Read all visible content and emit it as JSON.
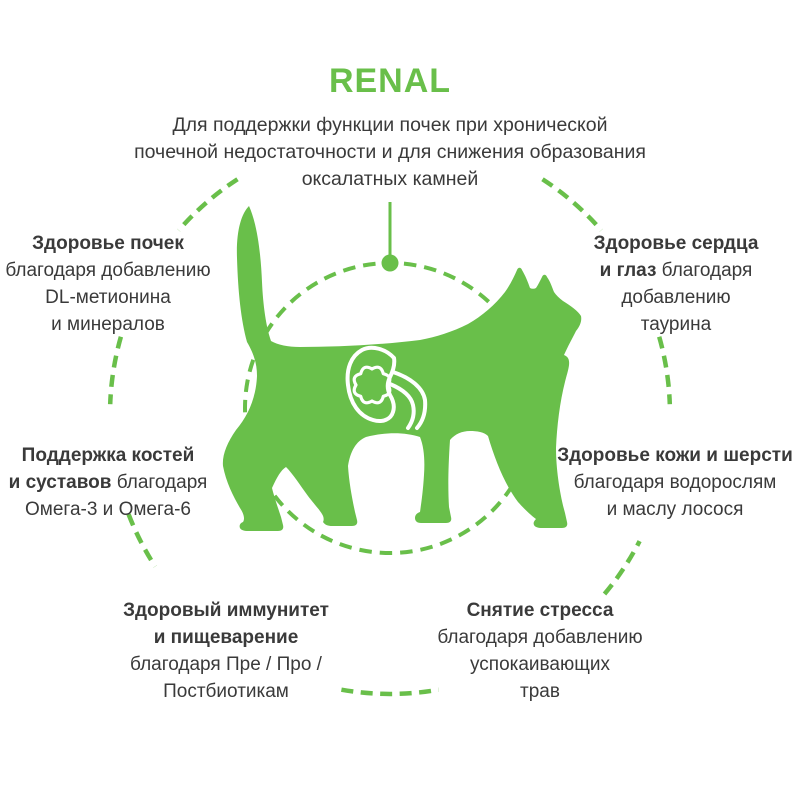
{
  "colors": {
    "accent_green": "#69bf4a",
    "text": "#3a3a3a",
    "icon_stroke": "#ffffff"
  },
  "header": {
    "title": "RENAL",
    "subtitle_lines": [
      "Для поддержки функции почек при хронической",
      "почечной недостаточности и для снижения образования",
      "оксалатных камней"
    ]
  },
  "figure": {
    "center_icon": "cat-silhouette",
    "organ_icon": "kidney-icon",
    "decor": [
      "outer-dashed-circle",
      "inner-dashed-circle",
      "connector-line",
      "connector-dot"
    ]
  },
  "benefits": [
    {
      "id": "kidney-health",
      "lines": [
        {
          "b": "Здоровье почек",
          "r": ""
        },
        {
          "b": "",
          "r": "благодаря добавлению"
        },
        {
          "b": "",
          "r": "DL-метионина"
        },
        {
          "b": "",
          "r": "и минералов"
        }
      ]
    },
    {
      "id": "heart-eyes",
      "lines": [
        {
          "b": "Здоровье сердца",
          "r": ""
        },
        {
          "b": "и глаз ",
          "r": "благодаря"
        },
        {
          "b": "",
          "r": "добавлению"
        },
        {
          "b": "",
          "r": "таурина"
        }
      ]
    },
    {
      "id": "bones-joints",
      "lines": [
        {
          "b": "Поддержка костей",
          "r": ""
        },
        {
          "b": "и суставов ",
          "r": "благодаря"
        },
        {
          "b": "",
          "r": "Омега-3 и Омега-6"
        }
      ]
    },
    {
      "id": "skin-coat",
      "lines": [
        {
          "b": "Здоровье кожи и шерсти",
          "r": ""
        },
        {
          "b": "",
          "r": "благодаря водорослям"
        },
        {
          "b": "",
          "r": "и маслу лосося"
        }
      ]
    },
    {
      "id": "immunity-digestion",
      "lines": [
        {
          "b": "Здоровый иммунитет",
          "r": ""
        },
        {
          "b": "и пищеварение",
          "r": ""
        },
        {
          "b": "",
          "r": "благодаря Пре / Про /"
        },
        {
          "b": "",
          "r": "Постбиотикам"
        }
      ]
    },
    {
      "id": "stress-relief",
      "lines": [
        {
          "b": "Снятие стресса",
          "r": ""
        },
        {
          "b": "",
          "r": "благодаря добавлению"
        },
        {
          "b": "",
          "r": "успокаивающих"
        },
        {
          "b": "",
          "r": "трав"
        }
      ]
    }
  ]
}
